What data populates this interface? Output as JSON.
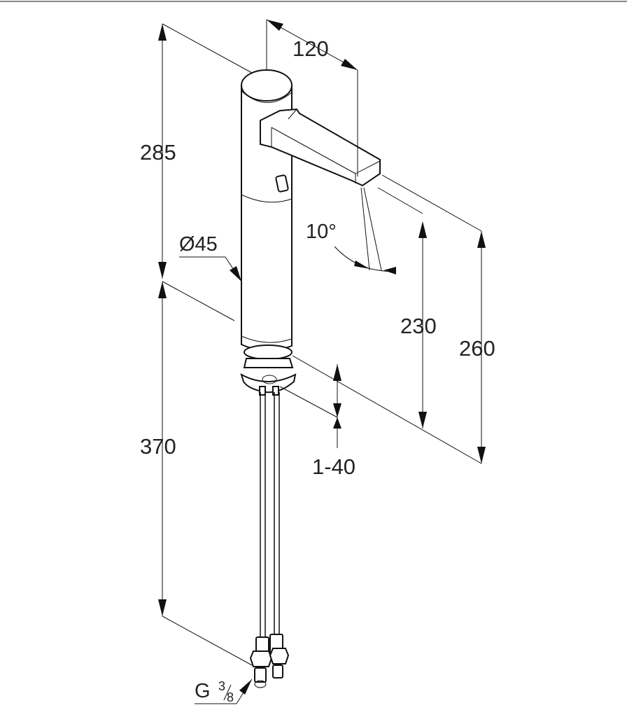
{
  "dimensions": {
    "spout_reach": "120",
    "total_height": "285",
    "body_diameter": "Ø45",
    "spray_angle": "10°",
    "outlet_height": "230",
    "spout_height": "260",
    "shank_length": "370",
    "plate_thickness": "1-40",
    "connection_prefix": "G",
    "connection_numerator": "3",
    "connection_denominator": "8"
  }
}
